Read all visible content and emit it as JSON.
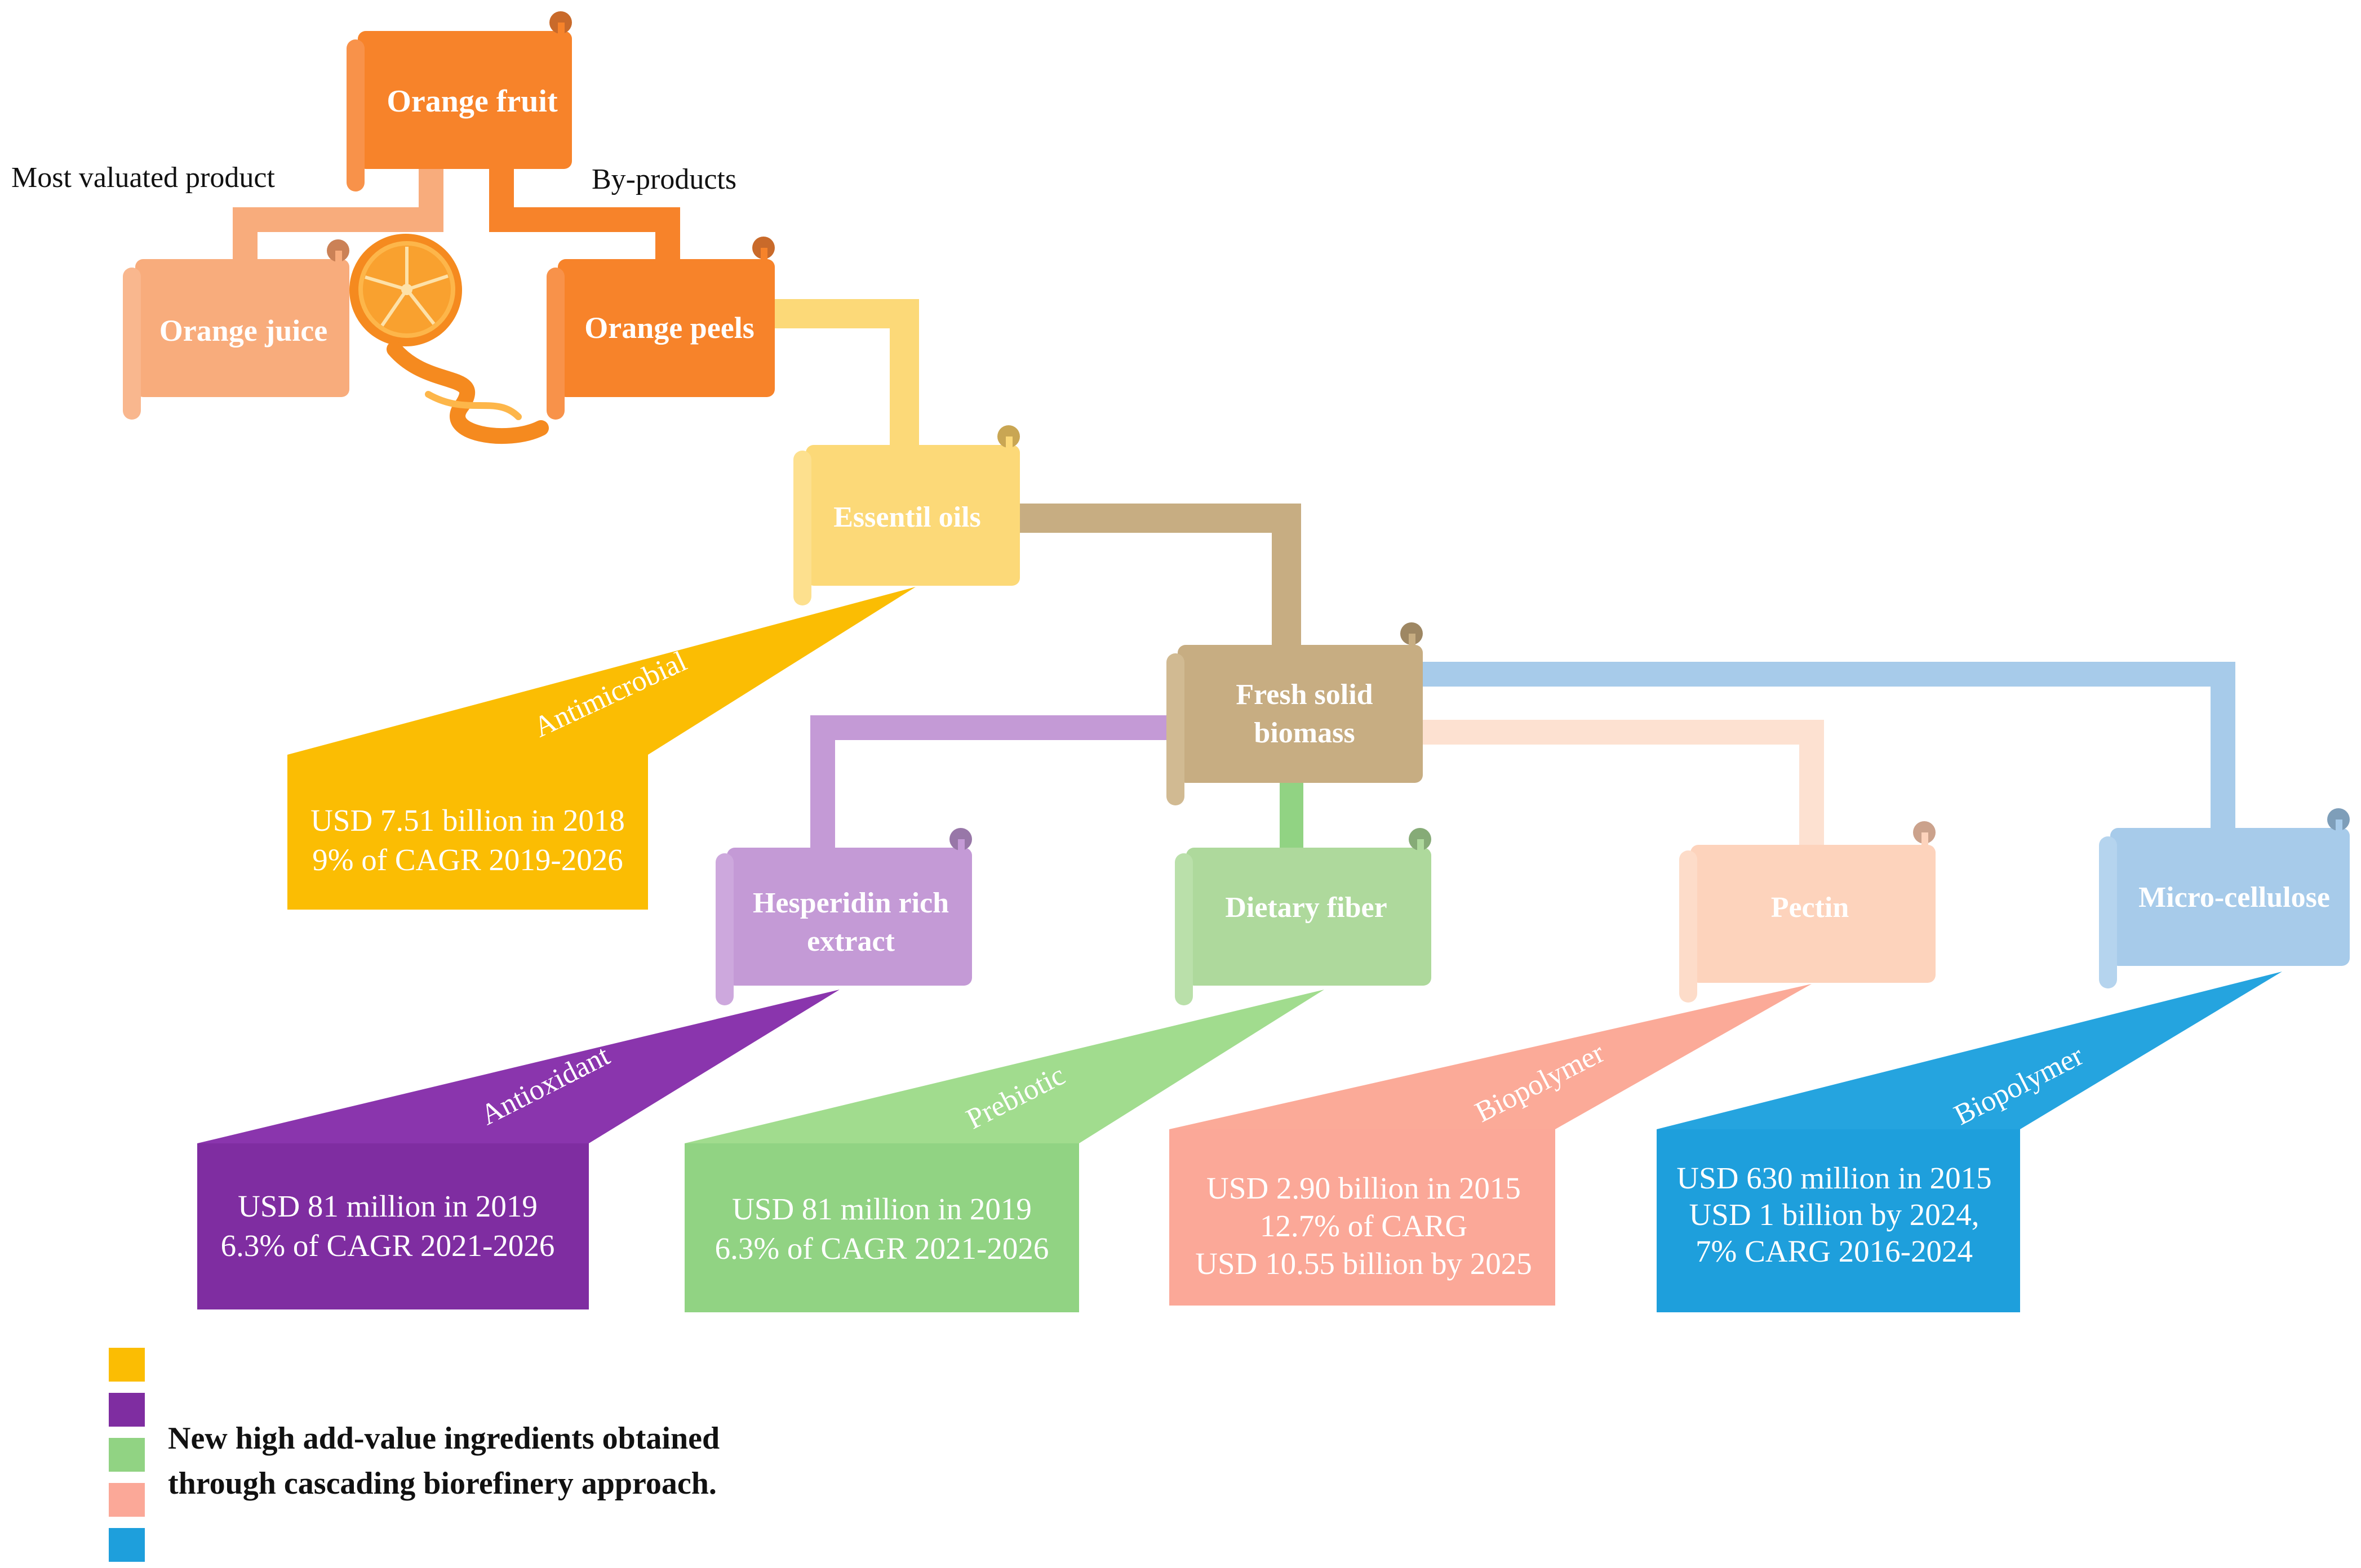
{
  "colors": {
    "orange": "#F7832A",
    "light_orange": "#F8AC7C",
    "yellow": "#FCD978",
    "tan": "#C7AD82",
    "purple_light": "#C49AD6",
    "green_light": "#AED99C",
    "peach": "#FDD3BC",
    "blue_light": "#A7CBEA",
    "gold": "#FBBD03",
    "purple_dark": "#7F2DA1",
    "green": "#91D383",
    "salmon": "#FBA898",
    "blue": "#1E9FDC"
  },
  "nodes": {
    "orange_fruit": "Orange fruit",
    "orange_juice": "Orange juice",
    "orange_peels": "Orange peels",
    "essential_oils": "Essentil oils",
    "fresh_biomass": [
      "Fresh solid",
      "biomass"
    ],
    "hesperidin": [
      "Hesperidin rich",
      "extract"
    ],
    "dietary_fiber": "Dietary fiber",
    "pectin": "Pectin",
    "micro_cellulose": "Micro-cellulose"
  },
  "branch_labels": {
    "most_valuated": "Most valuated product",
    "by_products": "By-products"
  },
  "applications": [
    {
      "key": "antimicrobial",
      "label": "Antimicrobial",
      "lines": [
        "USD 7.51 billion in 2018",
        "9% of CAGR 2019-2026"
      ]
    },
    {
      "key": "antioxidant",
      "label": "Antioxidant",
      "lines": [
        "USD 81 million in 2019",
        "6.3% of CAGR 2021-2026"
      ]
    },
    {
      "key": "prebiotic",
      "label": "Prebiotic",
      "lines": [
        "USD 81 million in 2019",
        "6.3% of CAGR 2021-2026"
      ]
    },
    {
      "key": "biopolymer_pectin",
      "label": "Biopolymer",
      "lines": [
        "USD 2.90 billion in 2015",
        "12.7% of CARG",
        "USD 10.55 billion by 2025"
      ]
    },
    {
      "key": "biopolymer_cellulose",
      "label": "Biopolymer",
      "lines": [
        "USD 630 million in 2015",
        "USD 1 billion by 2024,",
        "7% CARG 2016-2024"
      ]
    }
  ],
  "legend": {
    "swatches": [
      "#FBBD03",
      "#7F2DA1",
      "#91D383",
      "#FBA898",
      "#1E9FDC"
    ],
    "text": [
      "New high add-value ingredients obtained",
      "through cascading biorefinery approach."
    ]
  }
}
